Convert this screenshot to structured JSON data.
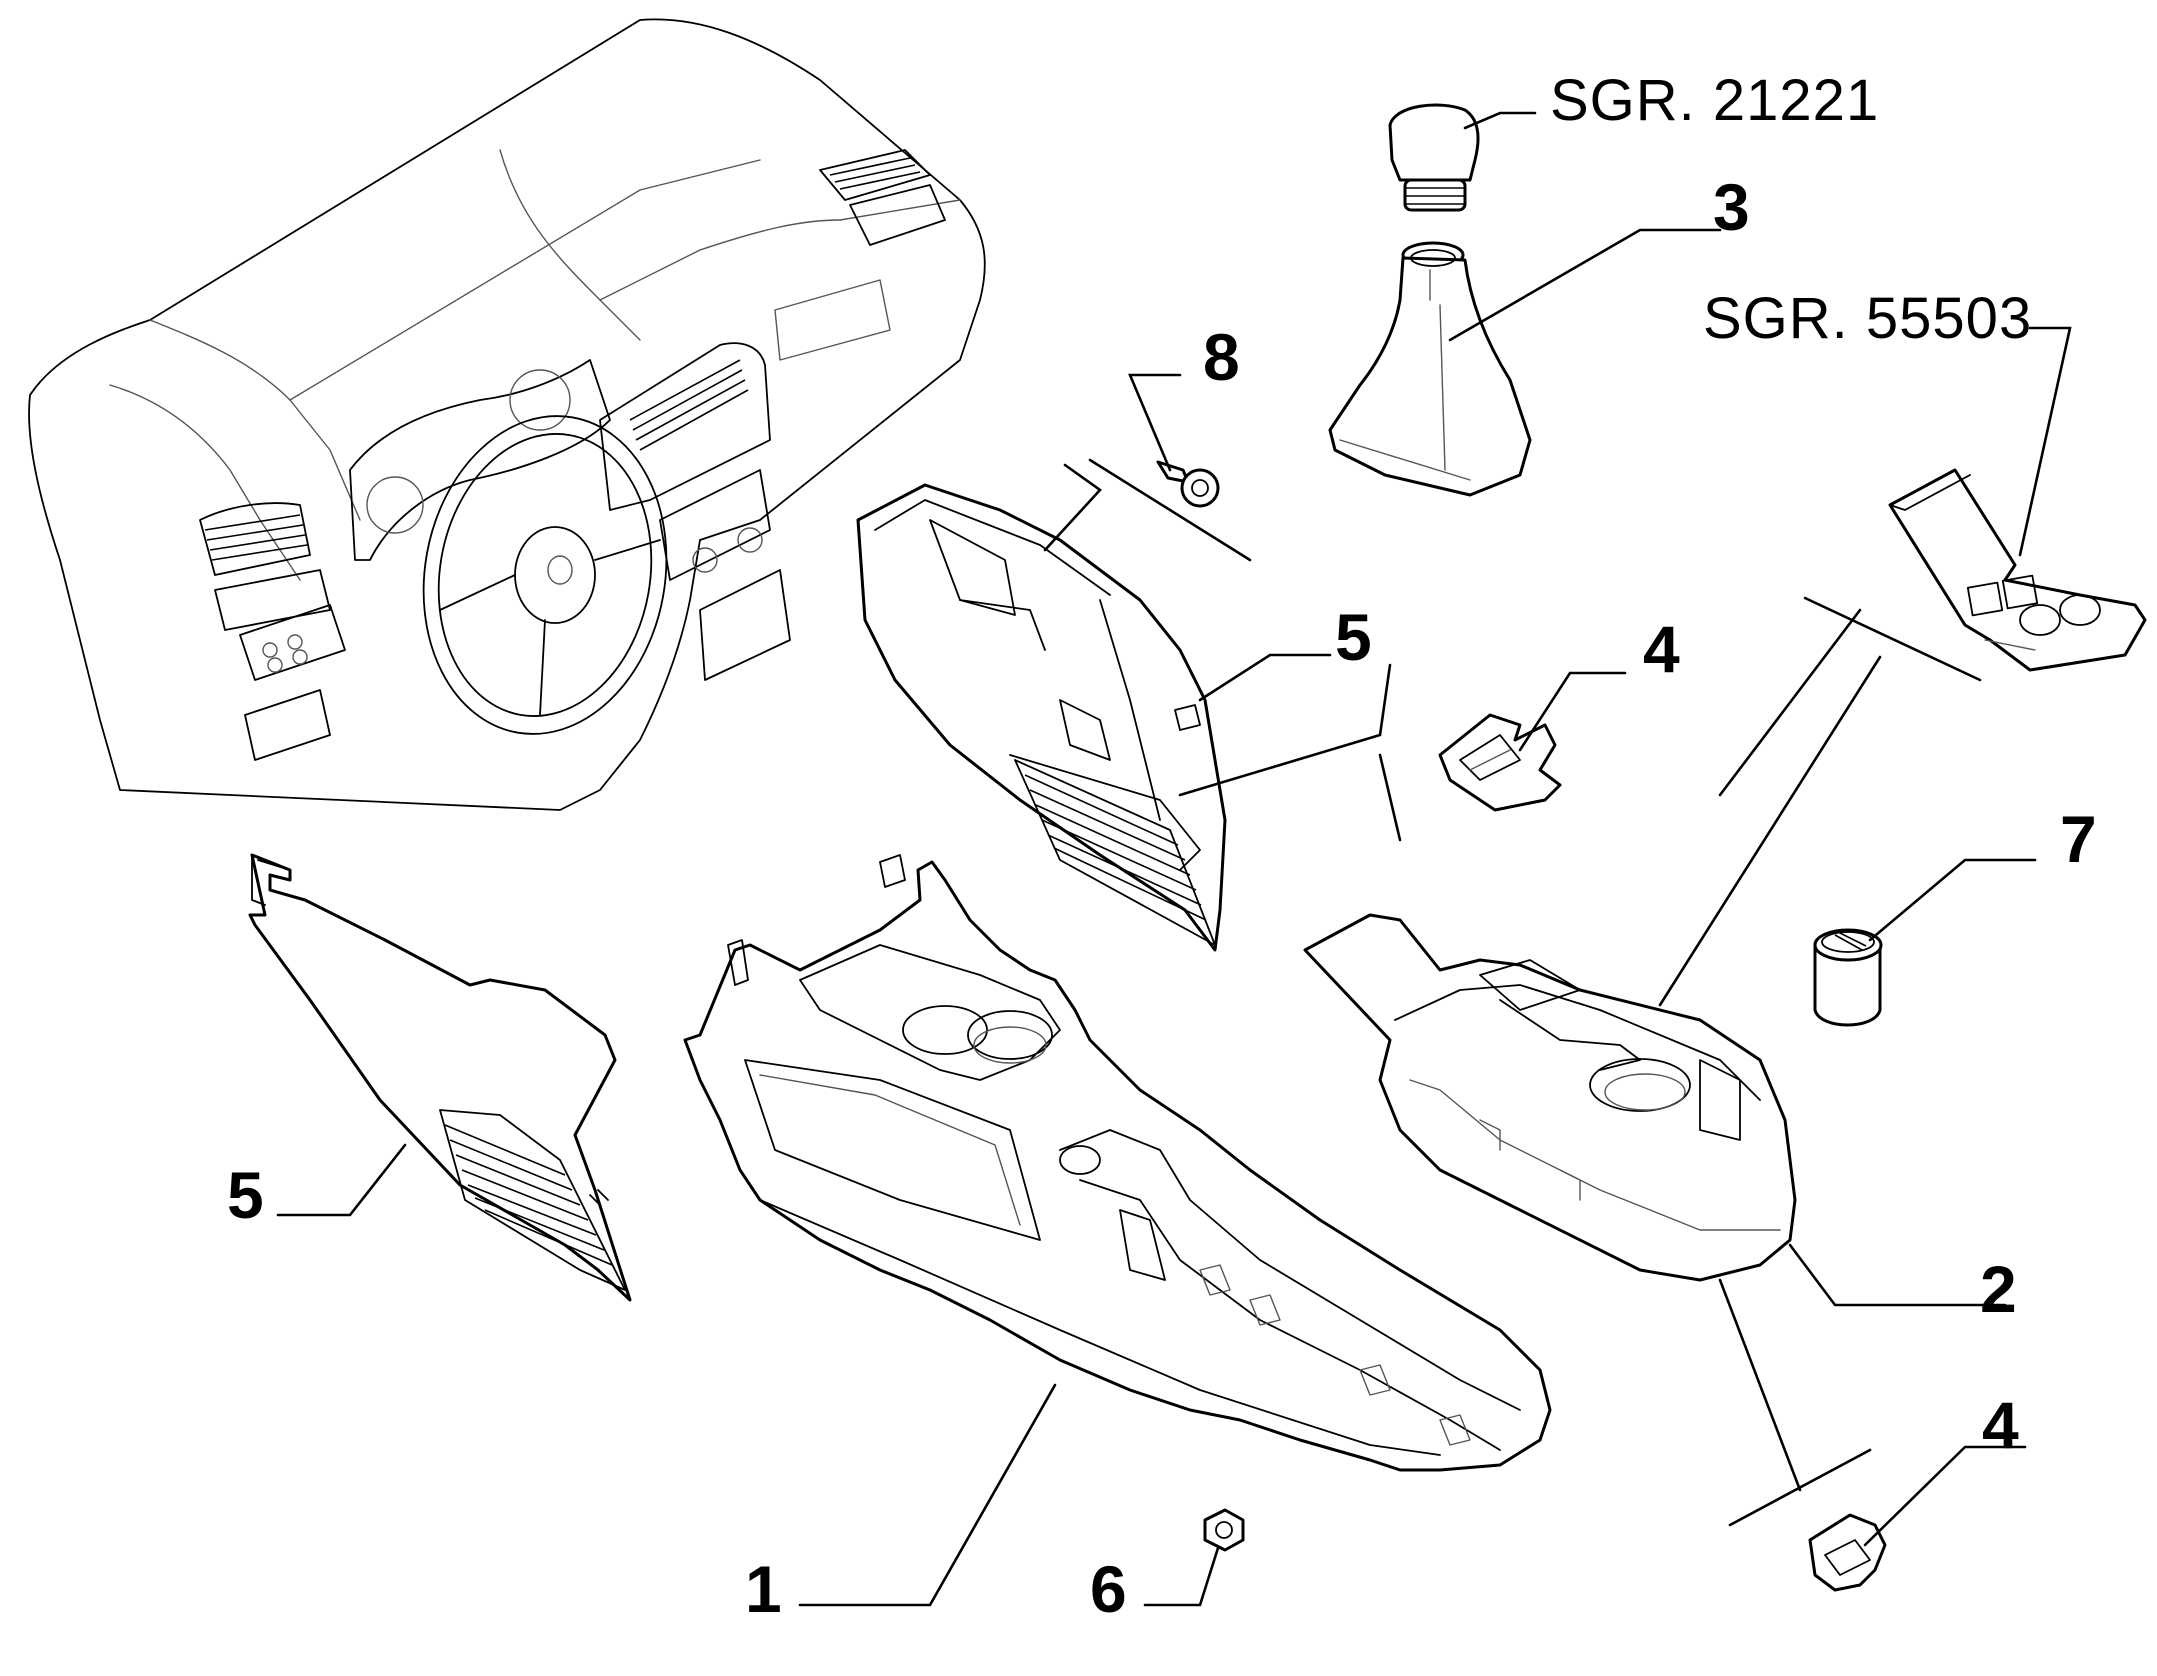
{
  "references": {
    "knob": "SGR. 21221",
    "switch_panel": "SGR. 55503"
  },
  "callouts": {
    "c1": "1",
    "c2": "2",
    "c3": "3",
    "c4a": "4",
    "c4b": "4",
    "c5a": "5",
    "c5b": "5",
    "c6": "6",
    "c7": "7",
    "c8": "8"
  },
  "colors": {
    "line": "#000000",
    "background": "#ffffff"
  }
}
